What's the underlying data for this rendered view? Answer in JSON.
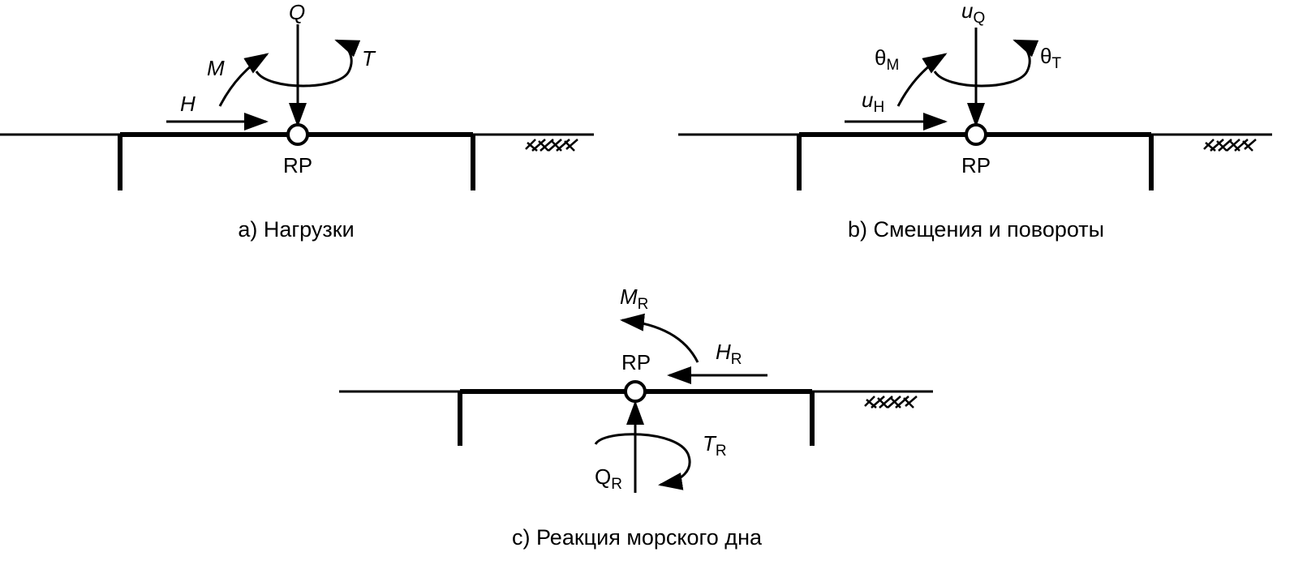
{
  "panel_a": {
    "caption": "a) Нагрузки",
    "reference_point": "RP",
    "labels": {
      "Q": "Q",
      "T": "T",
      "M": "M",
      "H": "H"
    }
  },
  "panel_b": {
    "caption": "b) Смещения и повороты",
    "reference_point": "RP",
    "labels": {
      "uQ_main": "u",
      "uQ_sub": "Q",
      "thetaT_main": "θ",
      "thetaT_sub": "T",
      "thetaM_main": "θ",
      "thetaM_sub": "M",
      "uH_main": "u",
      "uH_sub": "H"
    }
  },
  "panel_c": {
    "caption": "c) Реакция морского дна",
    "reference_point": "RP",
    "labels": {
      "MR_main": "M",
      "MR_sub": "R",
      "HR_main": "H",
      "HR_sub": "R",
      "TR_main": "T",
      "TR_sub": "R",
      "QR_main": "Q",
      "QR_sub": "R"
    }
  }
}
